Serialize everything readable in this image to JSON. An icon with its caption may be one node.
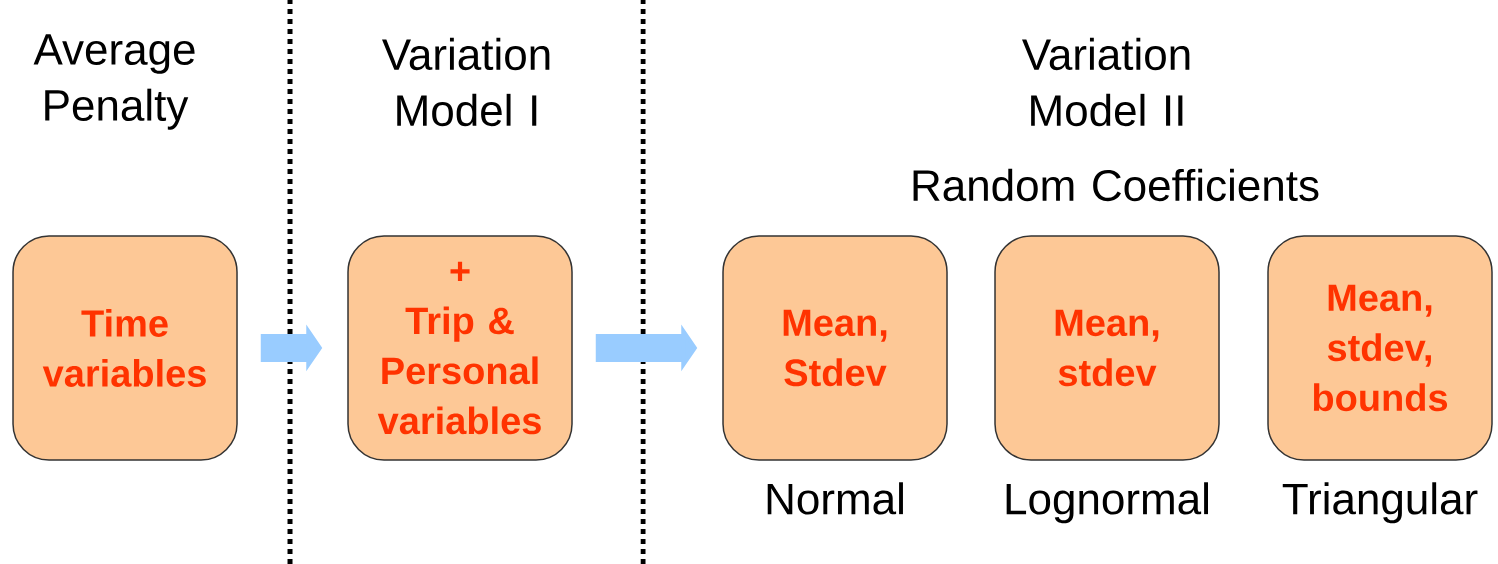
{
  "diagram": {
    "nodes": [
      {
        "text": [
          "Time variables"
        ]
      },
      {
        "text": [
          "+",
          "Trip & Personal variables"
        ]
      },
      {
        "text": [
          "Mean, Stdev"
        ],
        "beside": [
          "Normal"
        ]
      },
      {
        "text": [
          "Mean, stdev"
        ],
        "beside": [
          "Lognormal"
        ]
      },
      {
        "text": [
          "Mean, stdev, bounds"
        ],
        "beside": [
          "Triangular"
        ]
      }
    ],
    "edges": [
      {
        "from": 0,
        "to": 1,
        "arrow": "to"
      },
      {
        "from": 1,
        "to": 2,
        "arrow": "to"
      }
    ],
    "labels": [
      "Average Penalty",
      "Variation Model I",
      "Variation Model II",
      "Random Coefficients"
    ]
  }
}
